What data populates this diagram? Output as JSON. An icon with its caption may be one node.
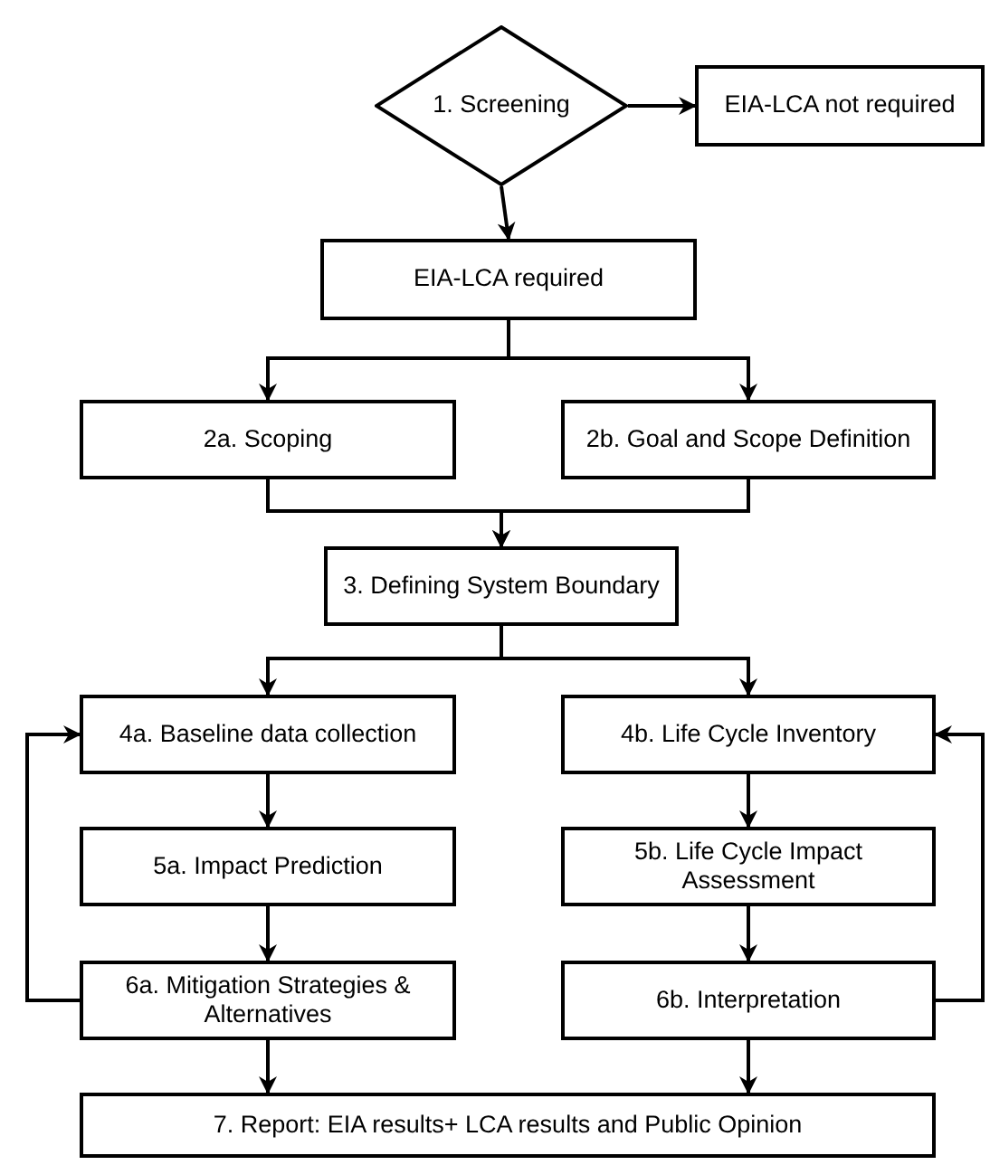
{
  "diagram": {
    "nodes": [
      {
        "text": [
          "1. Screening"
        ]
      },
      {
        "text": [
          "EIA-LCA not required"
        ]
      },
      {
        "text": [
          "EIA-LCA required"
        ]
      },
      {
        "text": [
          "2a. Scoping"
        ]
      },
      {
        "text": [
          "2b. Goal and Scope Definition"
        ]
      },
      {
        "text": [
          "3. Defining System Boundary"
        ]
      },
      {
        "text": [
          "4a. Baseline data collection"
        ]
      },
      {
        "text": [
          "4b. Life Cycle Inventory"
        ]
      },
      {
        "text": [
          "5a. Impact Prediction"
        ]
      },
      {
        "text": [
          "5b. Life Cycle Impact Assessment"
        ]
      },
      {
        "text": [
          "6a. Mitigation Strategies & Alternatives"
        ]
      },
      {
        "text": [
          "6b. Interpretation"
        ]
      },
      {
        "text": [
          "7. Report: EIA results+ LCA results and Public Opinion"
        ]
      }
    ],
    "edges": [
      {
        "from": 0,
        "to": 1,
        "arrow": "to"
      },
      {
        "from": 0,
        "to": 2,
        "arrow": "to"
      },
      {
        "from": 2,
        "to": 3,
        "arrow": "to"
      },
      {
        "from": 2,
        "to": 4,
        "arrow": "to"
      },
      {
        "from": 3,
        "to": 5,
        "arrow": "to"
      },
      {
        "from": 4,
        "to": 5,
        "arrow": "to"
      },
      {
        "from": 5,
        "to": 6,
        "arrow": "to"
      },
      {
        "from": 5,
        "to": 7,
        "arrow": "to"
      },
      {
        "from": 6,
        "to": 8,
        "arrow": "to"
      },
      {
        "from": 8,
        "to": 10,
        "arrow": "to"
      },
      {
        "from": 10,
        "to": 6,
        "arrow": "to"
      },
      {
        "from": 7,
        "to": 9,
        "arrow": "to"
      },
      {
        "from": 9,
        "to": 11,
        "arrow": "to"
      },
      {
        "from": 11,
        "to": 7,
        "arrow": "to"
      },
      {
        "from": 10,
        "to": 12,
        "arrow": "to"
      },
      {
        "from": 11,
        "to": 12,
        "arrow": "to"
      }
    ]
  }
}
